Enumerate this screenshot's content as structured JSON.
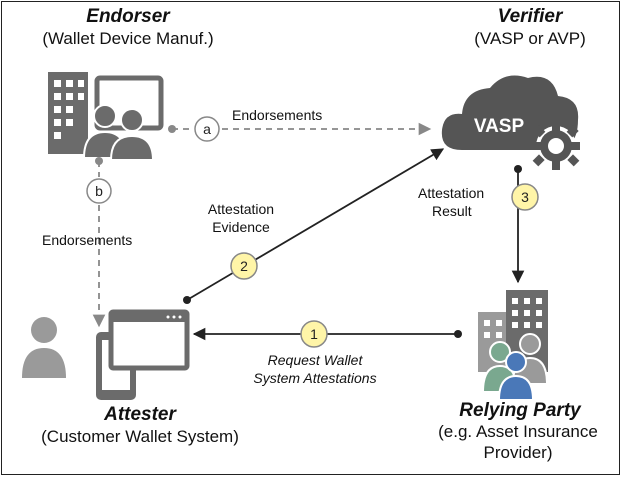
{
  "endorser": {
    "title": "Endorser",
    "subtitle": "(Wallet Device Manuf.)"
  },
  "verifier": {
    "title": "Verifier",
    "subtitle": "(VASP or AVP)",
    "cloud_text": "VASP"
  },
  "attester": {
    "title": "Attester",
    "subtitle": "(Customer Wallet System)"
  },
  "relying_party": {
    "title": "Relying Party",
    "subtitle_line1": "(e.g. Asset Insurance",
    "subtitle_line2": "Provider)"
  },
  "edges": {
    "a": {
      "marker": "a",
      "label": "Endorsements"
    },
    "b": {
      "marker": "b",
      "label": "Endorsements"
    },
    "step1": {
      "marker": "1",
      "label_line1": "Request Wallet",
      "label_line2": "System Attestations"
    },
    "step2": {
      "marker": "2",
      "label_line1": "Attestation",
      "label_line2": "Evidence"
    },
    "step3": {
      "marker": "3",
      "label_line1": "Attestation",
      "label_line2": "Result"
    }
  },
  "colors": {
    "icon_gray": "#6b6b6b",
    "icon_dark": "#555555",
    "numbered_marker_fill": "#fff5a8",
    "letter_marker_fill": "#ffffff",
    "person_green": "#7aa88f",
    "person_blue": "#4a78b8",
    "person_gray": "#9a9a9a"
  }
}
